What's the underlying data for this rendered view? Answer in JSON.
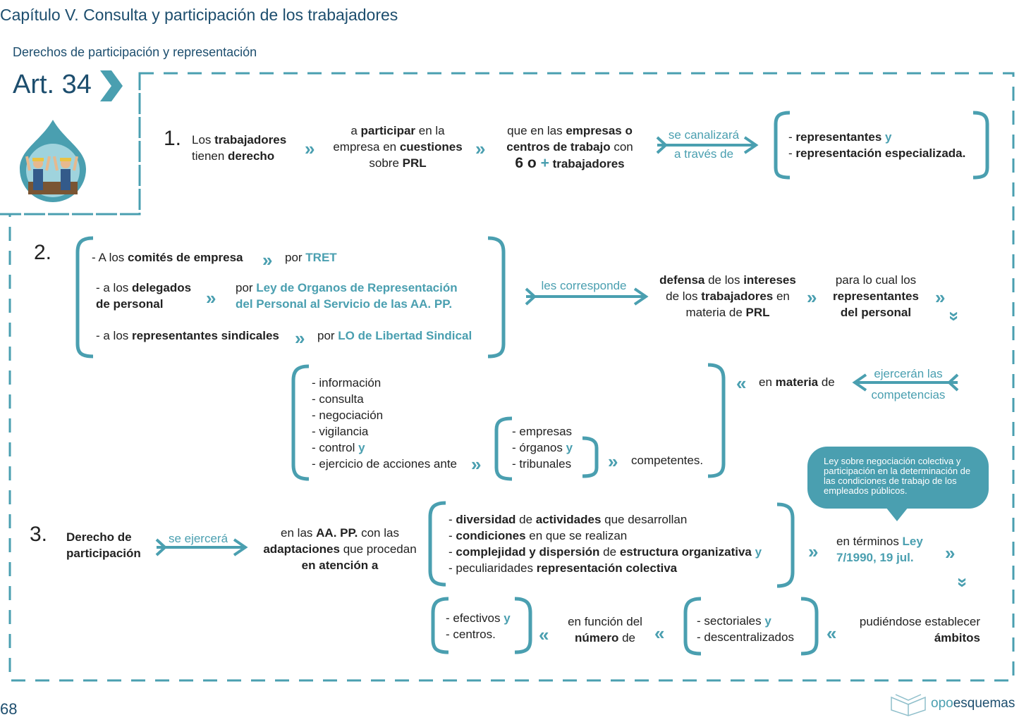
{
  "header": {
    "chapter_title": "Capítulo V. Consulta y participación de los trabajadores",
    "section_title": "Derechos de participación y representación",
    "article": "Art. 34"
  },
  "s1": {
    "number": "1.",
    "c1a": "Los ",
    "c1b": "trabajadores",
    "c1c": "tienen ",
    "c1d": "derecho",
    "c2a": "a ",
    "c2b": "participar",
    "c2c": " en la",
    "c2d": "empresa en ",
    "c2e": "cuestiones",
    "c2f": "sobre ",
    "c2g": "PRL",
    "c3a": "que en las ",
    "c3b": "empresas o",
    "c3c": "centros de trabajo",
    "c3d": " con",
    "c3e": "6 o ",
    "c3f": "+",
    "c3g": " trabajadores",
    "arrow_top": "se canalizará",
    "arrow_bottom": "a través de",
    "r1a": "- ",
    "r1b": "representantes",
    "r1c": " y",
    "r2a": "- ",
    "r2b": "representación especializada."
  },
  "s2": {
    "number": "2.",
    "l1a": "- A los ",
    "l1b": "comités de empresa",
    "l1c": "por ",
    "l1d": "TRET",
    "l2a": "- a los ",
    "l2b": "delegados",
    "l2c": "de personal",
    "l2d": "por ",
    "l2e": "Ley de Organos de Representación",
    "l2f": "del Personal al Servicio de las AA. PP.",
    "l3a": "- a los ",
    "l3b": "representantes sindicales",
    "l3c": "por ",
    "l3d": "LO de Libertad Sindical",
    "arrow_label": "les corresponde",
    "d1a": "defensa",
    "d1b": " de los ",
    "d1c": "intereses",
    "d2a": "de los ",
    "d2b": "trabajadores",
    "d2c": " en",
    "d3a": "materia de ",
    "d3b": "PRL",
    "p1": "para lo cual los",
    "p2": "representantes",
    "p3": "del personal",
    "comp_top": "ejercerán las",
    "comp_bottom": "competencias",
    "materia_a": "en ",
    "materia_b": "materia",
    "materia_c": " de",
    "list": [
      "- información",
      "- consulta",
      "- negociación",
      "- vigilancia",
      "- control",
      "- ejercicio de acciones ante"
    ],
    "list_y": "y",
    "sub": [
      "- empresas",
      "- órganos",
      "- tribunales"
    ],
    "sub_y": "y",
    "competentes": "competentes."
  },
  "callout": "Ley sobre negociación colectiva y participación en la determinación de las condiciones de trabajo de los empleados públicos.",
  "s3": {
    "number": "3.",
    "d1": "Derecho de",
    "d2": "participación",
    "arrow_label": "se ejercerá",
    "a1a": "en las ",
    "a1b": "AA. PP.",
    "a1c": " con las",
    "a2a": "adaptaciones",
    "a2b": " que procedan",
    "a3": "en atención a",
    "f1a": "- ",
    "f1b": "diversidad",
    "f1c": " de ",
    "f1d": "actividades",
    "f1e": " que desarrollan",
    "f2a": "- ",
    "f2b": "condiciones",
    "f2c": " en que se realizan",
    "f3a": "- ",
    "f3b": "complejidad y dispersión",
    "f3c": " de ",
    "f3d": "estructura organizativa",
    "f3e": " y",
    "f4a": "- peculiaridades ",
    "f4b": "representación colectiva",
    "t1": "en términos ",
    "t1b": "Ley",
    "t2": "7/1990, 19 jul.",
    "am1": "pudiéndose establecer",
    "am2": "ámbitos",
    "s1a": "- sectoriales ",
    "s1b": "y",
    "s2": "- descentralizados",
    "fn1": "en función del",
    "fn2": "número",
    "fn2b": " de",
    "e1a": "- efectivos ",
    "e1b": "y",
    "e2": "- centros."
  },
  "footer": {
    "page_number": "68",
    "brand_a": "opo",
    "brand_b": "esquemas"
  },
  "colors": {
    "accent": "#4a9fb0",
    "navy": "#1d4e6e"
  }
}
